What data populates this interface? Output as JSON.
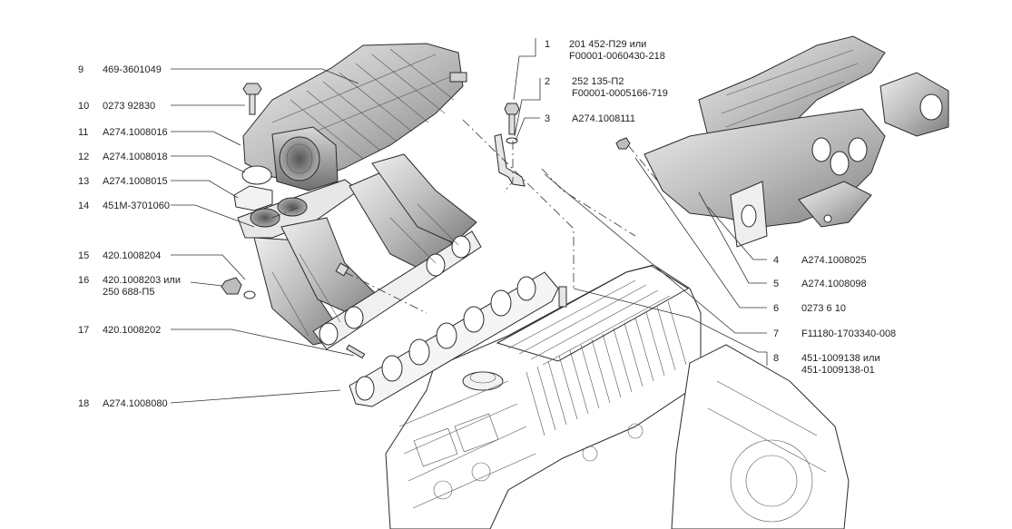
{
  "callouts": [
    {
      "num": "1",
      "lines": [
        "201 452-П29 или",
        "F00001-0060430-218"
      ]
    },
    {
      "num": "2",
      "lines": [
        "252 135-П2",
        "F00001-0005166-719"
      ]
    },
    {
      "num": "3",
      "lines": [
        "A274.1008111"
      ]
    },
    {
      "num": "4",
      "lines": [
        "A274.1008025"
      ]
    },
    {
      "num": "5",
      "lines": [
        "A274.1008098"
      ]
    },
    {
      "num": "6",
      "lines": [
        "0273 6 10"
      ]
    },
    {
      "num": "7",
      "lines": [
        "F11180-1703340-008"
      ]
    },
    {
      "num": "8",
      "lines": [
        "451-1009138 или",
        "451-1009138-01"
      ]
    },
    {
      "num": "9",
      "lines": [
        "469-3601049"
      ]
    },
    {
      "num": "10",
      "lines": [
        "0273 92830"
      ]
    },
    {
      "num": "11",
      "lines": [
        "A274.1008016"
      ]
    },
    {
      "num": "12",
      "lines": [
        "A274.1008018"
      ]
    },
    {
      "num": "13",
      "lines": [
        "A274.1008015"
      ]
    },
    {
      "num": "14",
      "lines": [
        "451М-3701060"
      ]
    },
    {
      "num": "15",
      "lines": [
        "420.1008204"
      ]
    },
    {
      "num": "16",
      "lines": [
        "420.1008203 или",
        "250 688-П5"
      ]
    },
    {
      "num": "17",
      "lines": [
        "420.1008202"
      ]
    },
    {
      "num": "18",
      "lines": [
        "A274.1008080"
      ]
    }
  ],
  "colors": {
    "line": "#333333",
    "metal": "#c9c9c9",
    "metal_dark": "#8a8a8a",
    "paper": "#ffffff"
  }
}
